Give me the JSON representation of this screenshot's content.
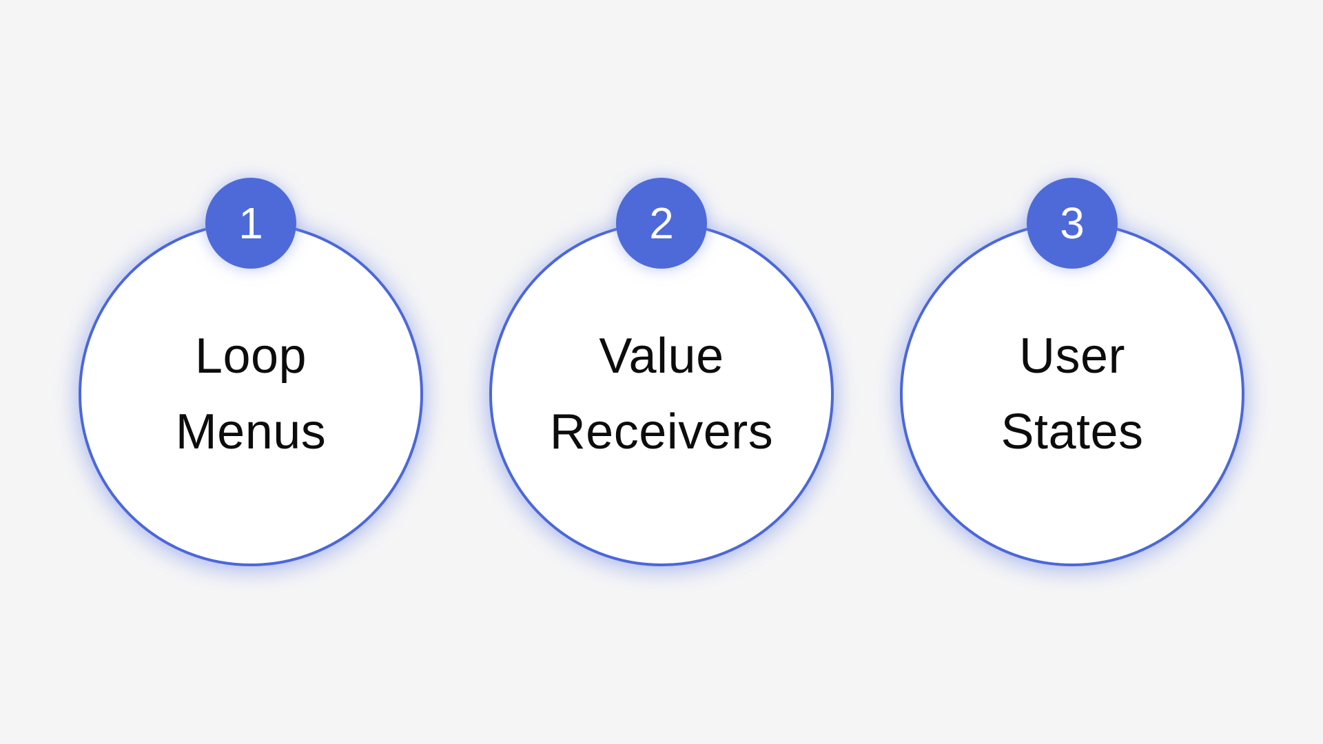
{
  "diagram": {
    "background_color": "#f5f5f6",
    "accent_color": "#4e6ad8",
    "circle_border_color": "#4b67d9",
    "circle_fill_color": "#ffffff",
    "label_text_color": "#0c0c0d",
    "badge_text_color": "#ffffff"
  },
  "steps": [
    {
      "number": "1",
      "line1": "Loop",
      "line2": "Menus"
    },
    {
      "number": "2",
      "line1": "Value",
      "line2": "Receivers"
    },
    {
      "number": "3",
      "line1": "User",
      "line2": "States"
    }
  ]
}
